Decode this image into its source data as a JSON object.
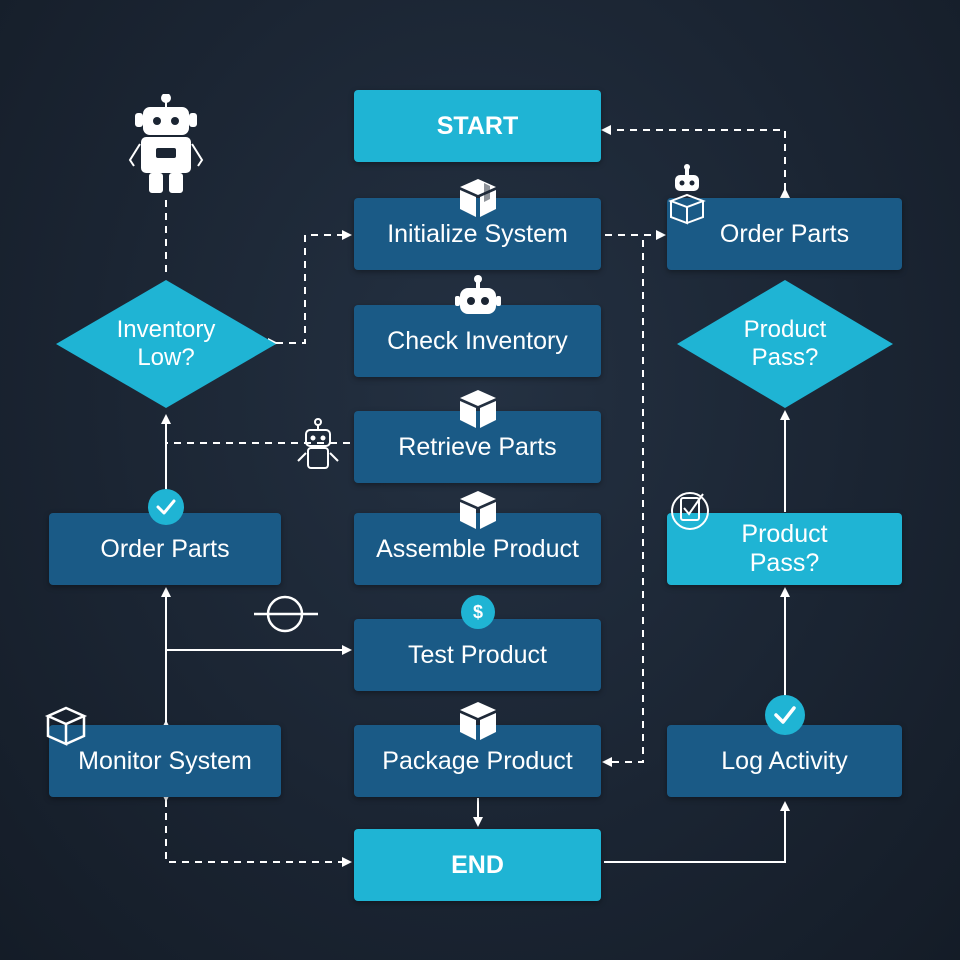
{
  "diagram": {
    "start": "START",
    "initialize_system": "Initialize System",
    "check_inventory": "Check Inventory",
    "retrieve_parts": "Retrieve Parts",
    "assemble_product": "Assemble Product",
    "test_product": "Test Product",
    "package_product": "Package Product",
    "end": "END",
    "order_parts_right": "Order Parts",
    "product_pass_decision": "Product\nPass?",
    "product_pass_box": "Product\nPass?",
    "log_activity": "Log Activity",
    "inventory_low": "Inventory\nLow?",
    "order_parts_left": "Order Parts",
    "monitor_system": "Monitor System",
    "dollar_badge": "$"
  },
  "colors": {
    "background": "#1b2533",
    "node_dark": "#1a5a86",
    "node_light": "#1fb4d4",
    "connector": "#ffffff",
    "check_badge": "#1fb4d4"
  }
}
